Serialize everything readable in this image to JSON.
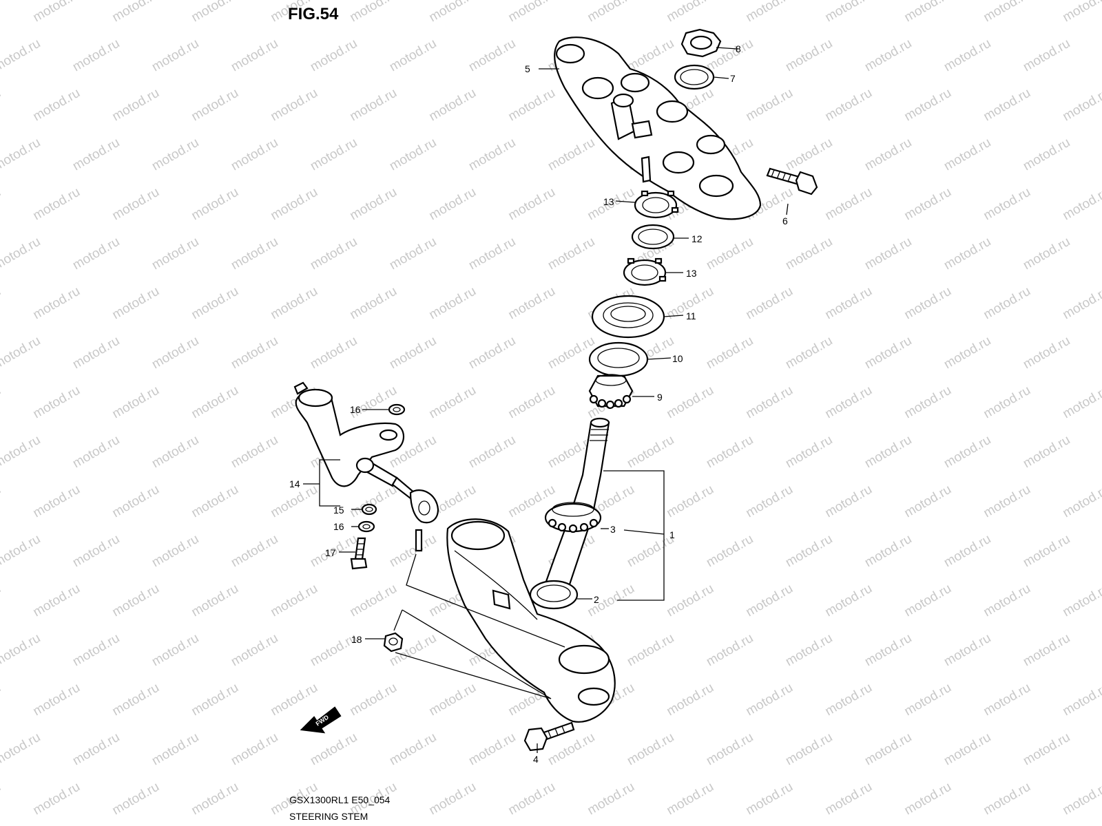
{
  "figure": {
    "title": "FIG.54",
    "model_code": "GSX1300RL1 E50_054",
    "caption": "STEERING STEM"
  },
  "watermark": "motod.ru",
  "fwd_label": "FWD",
  "callouts": [
    {
      "id": "c1",
      "label": "1"
    },
    {
      "id": "c2",
      "label": "2"
    },
    {
      "id": "c3",
      "label": "3"
    },
    {
      "id": "c4",
      "label": "4"
    },
    {
      "id": "c5",
      "label": "5"
    },
    {
      "id": "c6",
      "label": "6"
    },
    {
      "id": "c7",
      "label": "7"
    },
    {
      "id": "c8",
      "label": "8"
    },
    {
      "id": "c9",
      "label": "9"
    },
    {
      "id": "c10",
      "label": "10"
    },
    {
      "id": "c11",
      "label": "11"
    },
    {
      "id": "c12",
      "label": "12"
    },
    {
      "id": "c13a",
      "label": "13"
    },
    {
      "id": "c13b",
      "label": "13"
    },
    {
      "id": "c14",
      "label": "14"
    },
    {
      "id": "c15",
      "label": "15"
    },
    {
      "id": "c16a",
      "label": "16"
    },
    {
      "id": "c16b",
      "label": "16"
    },
    {
      "id": "c17",
      "label": "17"
    },
    {
      "id": "c18",
      "label": "18"
    }
  ]
}
